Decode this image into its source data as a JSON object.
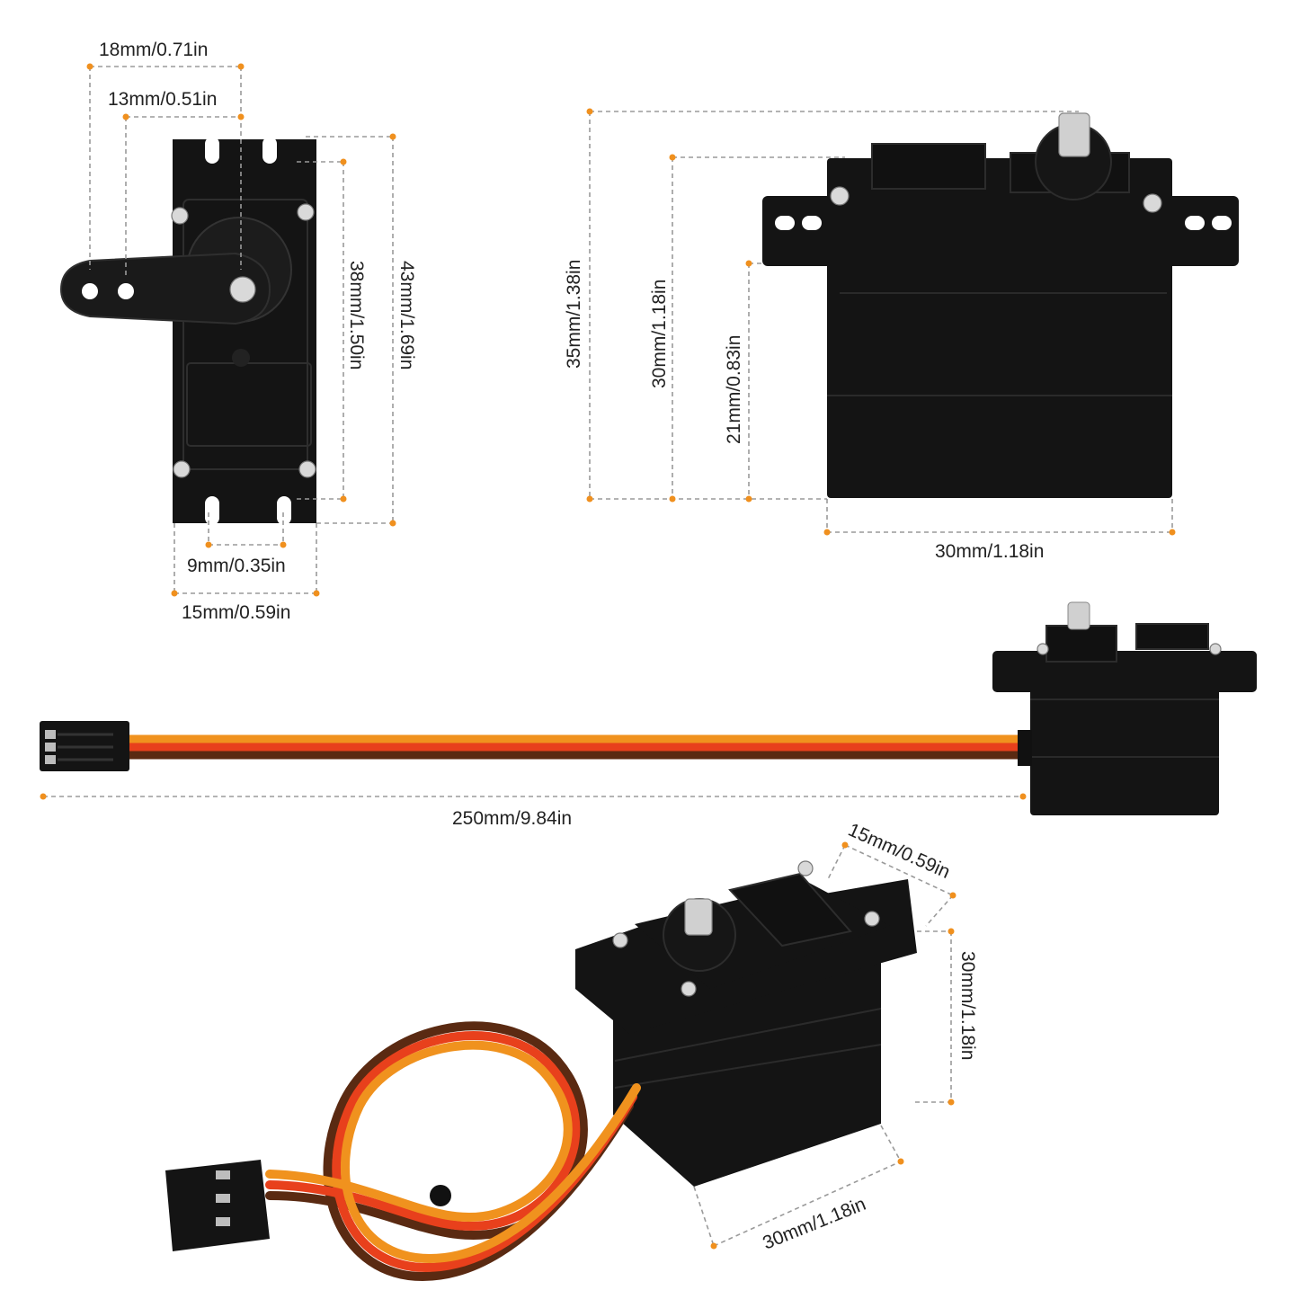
{
  "colors": {
    "dimension_marker": "#f0901e",
    "dimension_line": "#9a9a9a",
    "servo_body": "#141414",
    "wire_brown": "#5a2a12",
    "wire_red": "#e8401c",
    "wire_orange": "#f0921e"
  },
  "front_view": {
    "arm_length": "18mm/0.71in",
    "arm_hole_spacing": "13mm/0.51in",
    "body_height": "38mm/1.50in",
    "total_height": "43mm/1.69in",
    "mount_slot_spacing": "9mm/0.35in",
    "body_width": "15mm/0.59in"
  },
  "side_view": {
    "total_height": "35mm/1.38in",
    "body_height": "30mm/1.18in",
    "lower_height": "21mm/0.83in",
    "body_length": "30mm/1.18in"
  },
  "cable_view": {
    "cable_length": "250mm/9.84in"
  },
  "perspective_view": {
    "depth": "15mm/0.59in",
    "height": "30mm/1.18in",
    "length": "30mm/1.18in"
  }
}
